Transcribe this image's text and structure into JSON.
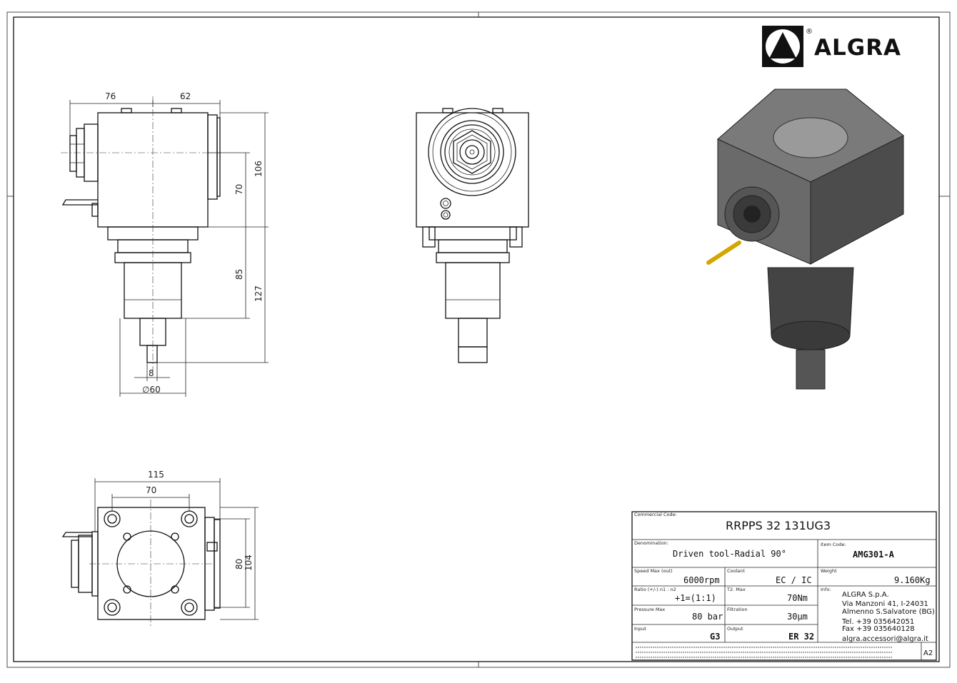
{
  "brand": {
    "name": "ALGRA",
    "registered": "®"
  },
  "side_view": {
    "dims": {
      "top_left": "76",
      "top_right": "62",
      "height_total": "106",
      "height_flange": "70",
      "lower_85": "85",
      "lower_127": "127",
      "shaft_width": "8",
      "diameter": "∅60"
    }
  },
  "bottom_view": {
    "dims": {
      "width_total": "115",
      "width_inner": "70",
      "height_inner": "80",
      "height_total": "104"
    }
  },
  "title_block": {
    "commercial_code_label": "Commercial Code:",
    "commercial_code": "RRPPS 32 131UG3",
    "denomination_label": "Denomination:",
    "denomination": "Driven tool-Radial 90°",
    "item_code_label": "Item Code:",
    "item_code": "AMG301-A",
    "speed_label": "Speed Max (out)",
    "speed": "6000rpm",
    "coolant_label": "Coolant",
    "coolant": "EC / IC",
    "weight_label": "Weight",
    "weight": "9.160Kg",
    "ratio_label": "Ratio (+/-) n1 : n2",
    "ratio": "+1=(1:1)",
    "torque_label": "T2. Max",
    "torque": "70Nm",
    "info_label": "Info:",
    "pressure_label": "Pressure Max",
    "pressure": "80 bar",
    "filtration_label": "Filtration",
    "filtration": "30µm",
    "input_label": "Input",
    "input": "G3",
    "output_label": "Output",
    "output": "ER 32",
    "info_lines": [
      "ALGRA S.p.A.",
      "Via Manzoni 41, I-24031",
      "Almenno S.Salvatore (BG)",
      "Tel. +39 035642051",
      "Fax +39 035640128",
      "algra.accessori@algra.it"
    ],
    "sheet_size": "A2"
  }
}
